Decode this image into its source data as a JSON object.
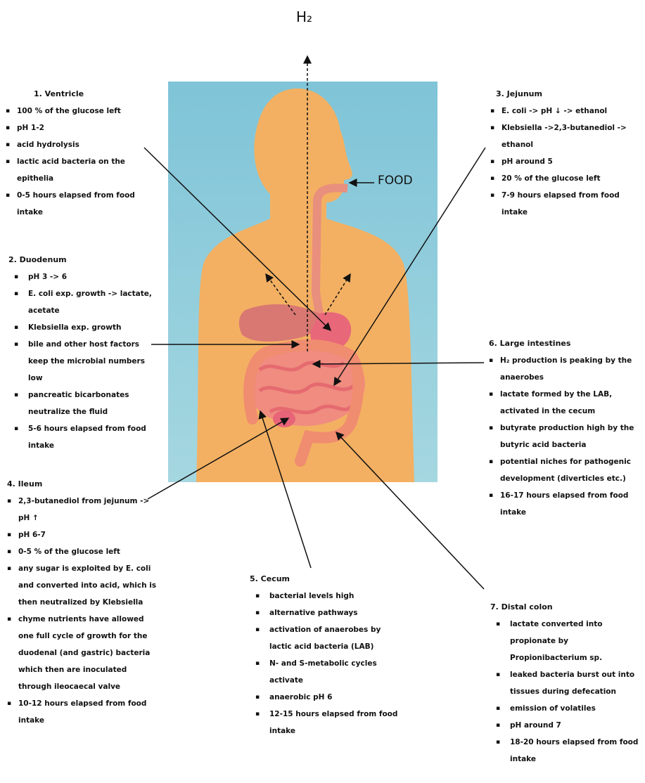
{
  "title": "H₂",
  "food_label": "FOOD",
  "sections": {
    "ventricle": {
      "heading": "1.   Ventricle",
      "items": [
        "100 % of the glucose left",
        "pH 1-2",
        "acid hydrolysis",
        "lactic acid bacteria on the epithelia",
        "0-5 hours elapsed from food intake"
      ]
    },
    "duodenum": {
      "heading": "2. Duodenum",
      "items": [
        "pH 3 -> 6",
        "E. coli exp. growth -> lactate, acetate",
        "Klebsiella exp. growth",
        "bile and other host factors keep the microbial numbers low",
        "pancreatic bicarbonates neutralize the fluid",
        "5-6 hours elapsed from food intake"
      ]
    },
    "jejunum": {
      "heading": "3. Jejunum",
      "items": [
        "E. coli -> pH ↓ -> ethanol",
        "Klebsiella ->2,3-butanediol -> ethanol",
        "pH around 5",
        "20 % of the glucose left",
        "7-9 hours elapsed from food intake"
      ]
    },
    "ileum": {
      "heading": "4. Ileum",
      "items": [
        "2,3-butanediol from jejunum -> pH ↑",
        "pH 6-7",
        "0-5 % of the glucose left",
        "any sugar is exploited by E. coli and converted into acid, which is then neutralized by Klebsiella",
        "chyme nutrients have allowed one full cycle of growth for the duodenal (and gastric) bacteria which then are inoculated through ileocaecal valve",
        "10-12 hours elapsed from food intake"
      ]
    },
    "cecum": {
      "heading": "5. Cecum",
      "items": [
        "bacterial levels high",
        "alternative pathways",
        "activation of anaerobes by lactic acid bacteria (LAB)",
        "N- and S-metabolic cycles activate",
        "anaerobic pH 6",
        "12-15 hours elapsed from food intake"
      ]
    },
    "large_intestines": {
      "heading": "6. Large intestines",
      "items": [
        "H₂ production is peaking by the anaerobes",
        "lactate formed by the LAB, activated in the cecum",
        "butyrate production high by the butyric acid bacteria",
        "potential niches for pathogenic development (diverticles etc.)",
        "16-17 hours elapsed from food intake"
      ]
    },
    "distal_colon": {
      "heading": "7. Distal colon",
      "items": [
        "lactate converted into propionate by Propionibacterium sp.",
        "leaked bacteria burst out into tissues during defecation",
        "emission of volatiles",
        "pH around 7",
        "18-20 hours elapsed from food intake"
      ]
    }
  }
}
